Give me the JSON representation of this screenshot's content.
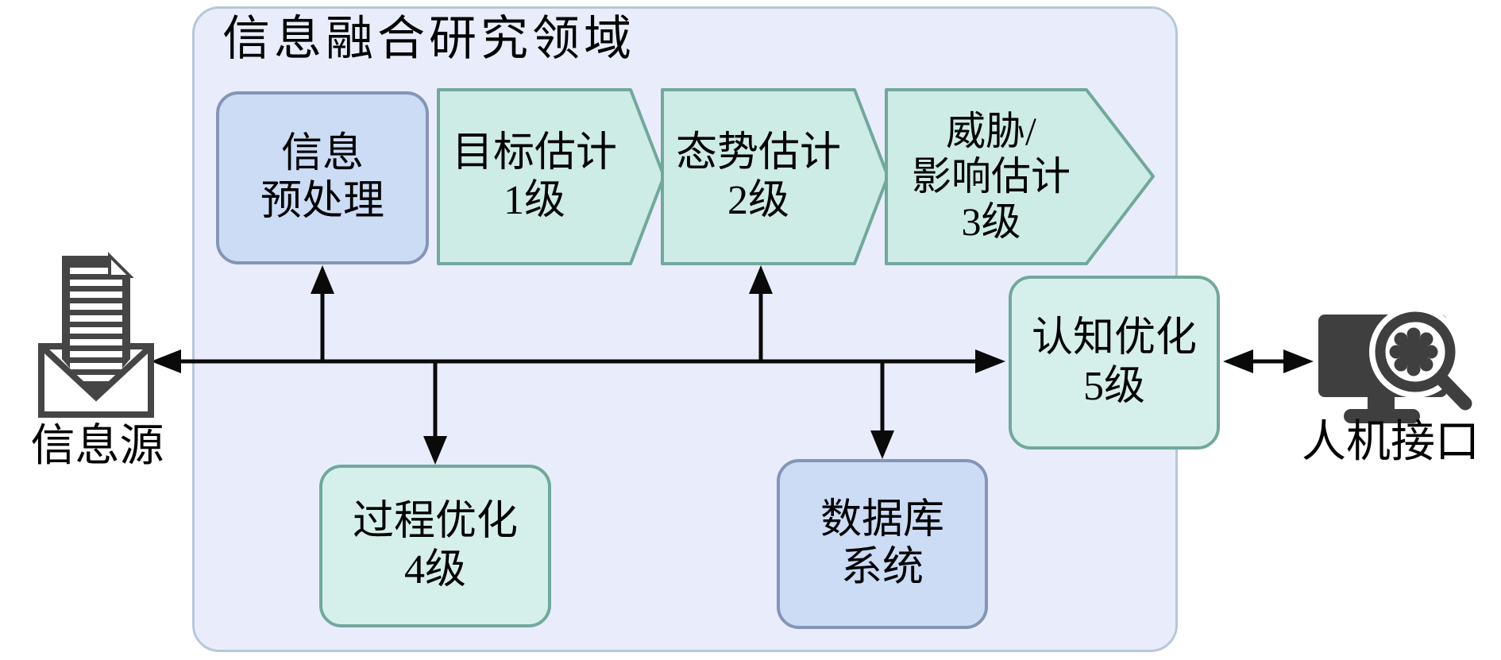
{
  "diagram": {
    "container_title": "信息融合研究领域",
    "nodes": {
      "preprocess": {
        "line1": "信息",
        "line2": "预处理"
      },
      "level1": {
        "line1": "目标估计",
        "line2": "1级"
      },
      "level2": {
        "line1": "态势估计",
        "line2": "2级"
      },
      "level3": {
        "line1": "威胁/",
        "line2": "影响估计",
        "line3": "3级"
      },
      "level5": {
        "line1": "认知优化",
        "line2": "5级"
      },
      "level4": {
        "line1": "过程优化",
        "line2": "4级"
      },
      "database": {
        "line1": "数据库",
        "line2": "系统"
      }
    },
    "labels": {
      "source": "信息源",
      "hmi": "人机接口"
    },
    "icons": {
      "source": "document-envelope-icon",
      "hmi": "monitor-magnifier-icon"
    },
    "colors": {
      "container_fill": "#e9edfb",
      "container_border": "#b7c7da",
      "blue_node_fill": "#ccdcf5",
      "blue_node_border": "#8495b7",
      "green_node_fill": "#d5f0ea",
      "green_node_border": "#72a89c",
      "chevron_fill": "#cdece5",
      "icon_gray": "#3f3f3f",
      "arrow_color": "#0a0a0a"
    }
  }
}
